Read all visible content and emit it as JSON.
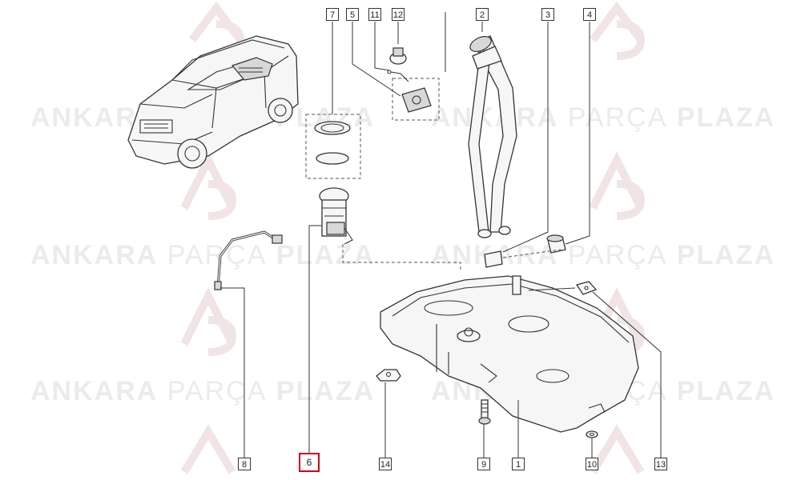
{
  "watermark": {
    "brand_bold_1": "ANKARA",
    "brand_thin": "PARÇA",
    "brand_bold_2": "PLAZA"
  },
  "callouts": [
    {
      "id": "c1",
      "label": "1"
    },
    {
      "id": "c2",
      "label": "2"
    },
    {
      "id": "c3",
      "label": "3"
    },
    {
      "id": "c4",
      "label": "4"
    },
    {
      "id": "c5",
      "label": "5"
    },
    {
      "id": "c6",
      "label": "6",
      "selected": true
    },
    {
      "id": "c7",
      "label": "7"
    },
    {
      "id": "c8",
      "label": "8"
    },
    {
      "id": "c9",
      "label": "9"
    },
    {
      "id": "c10",
      "label": "10"
    },
    {
      "id": "c11",
      "label": "11"
    },
    {
      "id": "c12",
      "label": "12"
    },
    {
      "id": "c13",
      "label": "13"
    },
    {
      "id": "c14",
      "label": "14"
    }
  ],
  "colors": {
    "selected_border": "#d0021b",
    "line": "#333333",
    "watermark": "#ebebeb"
  }
}
